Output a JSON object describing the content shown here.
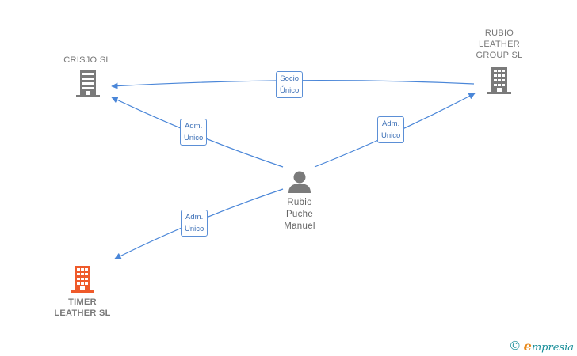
{
  "nodes": {
    "crisjo": {
      "name_lines": [
        "CRISJO  SL"
      ],
      "icon": "building-icon",
      "color": "#7a7a7a"
    },
    "rubio_leather": {
      "name_lines": [
        "RUBIO",
        "LEATHER",
        "GROUP  SL"
      ],
      "icon": "building-icon",
      "color": "#7a7a7a"
    },
    "person": {
      "name_lines": [
        "Rubio",
        "Puche",
        "Manuel"
      ],
      "icon": "person-icon",
      "color": "#7a7a7a"
    },
    "timer_leather": {
      "name_lines": [
        "TIMER",
        "LEATHER  SL"
      ],
      "icon": "building-icon",
      "color": "#ef5a2a"
    }
  },
  "edges": [
    {
      "from": "rubio_leather",
      "to": "crisjo",
      "label_lines": [
        "Socio",
        "Único"
      ]
    },
    {
      "from": "person",
      "to": "crisjo",
      "label_lines": [
        "Adm.",
        "Unico"
      ]
    },
    {
      "from": "person",
      "to": "rubio_leather",
      "label_lines": [
        "Adm.",
        "Unico"
      ]
    },
    {
      "from": "person",
      "to": "timer_leather",
      "label_lines": [
        "Adm.",
        "Unico"
      ]
    }
  ],
  "edge_color": "#4a86d8",
  "footer": {
    "copyright_symbol": "©",
    "brand_initial": "e",
    "brand_rest": "mpresia"
  }
}
